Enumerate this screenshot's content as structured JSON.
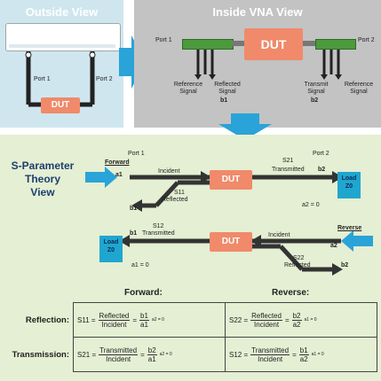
{
  "outside": {
    "title": "Outside View",
    "port1": "Port 1",
    "port2": "Port 2",
    "dut": "DUT"
  },
  "inside": {
    "title": "Inside VNA View",
    "dut": "DUT",
    "port1": "Port 1",
    "port2": "Port 2",
    "ref_signal_left": "Reference Signal",
    "reflected_signal": "Reflected Signal",
    "reflected_var": "b1",
    "transmit_signal": "Transmit Signal",
    "transmit_var": "b2",
    "ref_signal_right": "Reference Signal"
  },
  "theory": {
    "title_line1": "S-Parameter",
    "title_line2": "Theory",
    "title_line3": "View",
    "port1": "Port 1",
    "port2": "Port 2",
    "forward": {
      "label": "Forward",
      "a1": "a1",
      "incident": "Incident",
      "s21": "S21",
      "transmitted": "Transmitted",
      "b2": "b2",
      "s11": "S11",
      "reflected": "Reflected",
      "b1": "b1",
      "dut": "DUT",
      "load_line1": "Load",
      "load_line2": "Z0",
      "a2_zero": "a2 = 0"
    },
    "reverse": {
      "label": "Reverse",
      "s12": "S12",
      "transmitted": "Transmitted",
      "b1": "b1",
      "incident": "Incident",
      "a2": "a2",
      "dut": "DUT",
      "load_line1": "Load",
      "load_line2": "Z0",
      "a1_zero": "a1 = 0",
      "s22": "S22",
      "reflected": "Reflected",
      "b2": "b2"
    }
  },
  "table": {
    "forward_header": "Forward:",
    "reverse_header": "Reverse:",
    "reflection_label": "Reflection:",
    "transmission_label": "Transmission:",
    "s11": "S11 =",
    "s22": "S22 =",
    "s21": "S21 =",
    "s12": "S12 =",
    "reflected": "Reflected",
    "transmitted": "Transmitted",
    "incident": "Incident",
    "eq": "=",
    "b1": "b1",
    "b2": "b2",
    "a1": "a1",
    "a2": "a2",
    "cond_a2": "a2 = 0",
    "cond_a1": "a1 = 0"
  }
}
